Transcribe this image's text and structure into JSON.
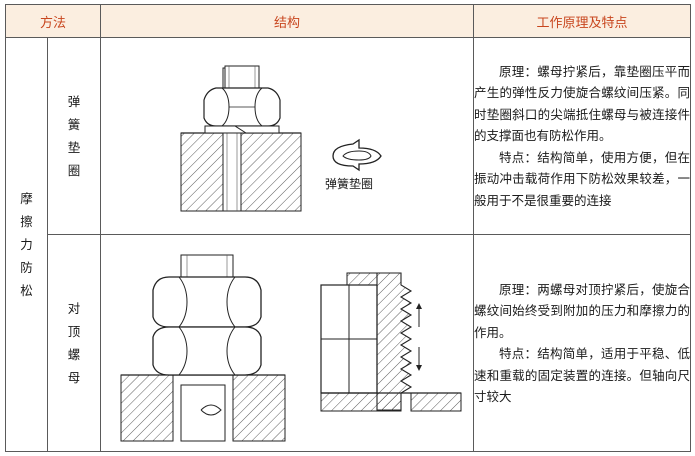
{
  "header": {
    "method": "方法",
    "structure": "结构",
    "principle": "工作原理及特点"
  },
  "category": {
    "label_chars": [
      "摩",
      "擦",
      "力",
      "防",
      "松"
    ]
  },
  "rows": [
    {
      "method_chars": [
        "弹",
        "簧",
        "垫",
        "圈"
      ],
      "figure_label": "弹簧垫圈",
      "principle": "原理：螺母拧紧后，靠垫圈压平而产生的弹性反力使旋合螺纹间压紧。同时垫圈斜口的尖端抵住螺母与被连接件的支撑面也有防松作用。",
      "features": "特点：结构简单，使用方便，但在振动冲击载荷作用下防松效果较差，一般用于不是很重要的连接"
    },
    {
      "method_chars": [
        "对",
        "顶",
        "螺",
        "母"
      ],
      "principle": "原理：两螺母对顶拧紧后，使旋合螺纹间始终受到附加的压力和摩擦力的作用。",
      "features": "特点：结构简单，适用于平稳、低速和重载的固定装置的连接。但轴向尺寸较大"
    }
  ],
  "colors": {
    "header_text": "#c8461e",
    "header_bg": "#fbeee0"
  }
}
